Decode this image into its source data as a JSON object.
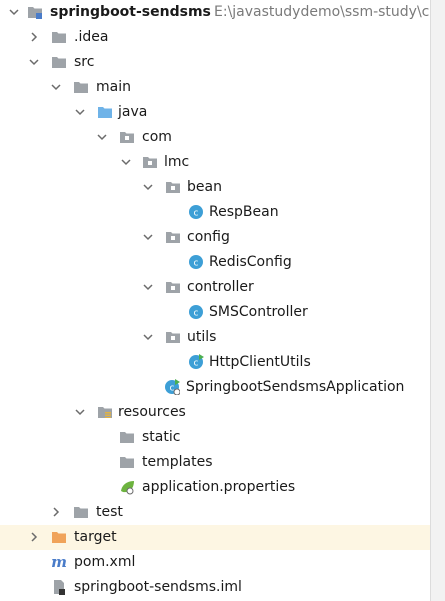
{
  "tree": [
    {
      "label": "springboot-sendsms",
      "detail": "E:\\javastudydemo\\ssm-study\\c",
      "icon": "module-folder-icon",
      "arrow": "expanded",
      "bold": true
    },
    {
      "label": ".idea",
      "icon": "folder-icon",
      "arrow": "collapsed"
    },
    {
      "label": "src",
      "icon": "folder-icon",
      "arrow": "expanded"
    },
    {
      "label": "main",
      "icon": "folder-icon",
      "arrow": "expanded"
    },
    {
      "label": "java",
      "icon": "source-root-folder-icon",
      "arrow": "expanded"
    },
    {
      "label": "com",
      "icon": "package-icon",
      "arrow": "expanded"
    },
    {
      "label": "lmc",
      "icon": "package-icon",
      "arrow": "expanded"
    },
    {
      "label": "bean",
      "icon": "package-icon",
      "arrow": "expanded"
    },
    {
      "label": "RespBean",
      "icon": "java-class-icon",
      "arrow": "none"
    },
    {
      "label": "config",
      "icon": "package-icon",
      "arrow": "expanded"
    },
    {
      "label": "RedisConfig",
      "icon": "java-class-icon",
      "arrow": "none"
    },
    {
      "label": "controller",
      "icon": "package-icon",
      "arrow": "expanded"
    },
    {
      "label": "SMSController",
      "icon": "java-class-icon",
      "arrow": "none"
    },
    {
      "label": "utils",
      "icon": "package-icon",
      "arrow": "expanded"
    },
    {
      "label": "HttpClientUtils",
      "icon": "java-class-runnable-icon",
      "arrow": "none"
    },
    {
      "label": "SpringbootSendsmsApplication",
      "icon": "spring-boot-app-icon",
      "arrow": "none"
    },
    {
      "label": "resources",
      "icon": "resources-folder-icon",
      "arrow": "expanded"
    },
    {
      "label": "static",
      "icon": "folder-icon",
      "arrow": "none"
    },
    {
      "label": "templates",
      "icon": "folder-icon",
      "arrow": "none"
    },
    {
      "label": "application.properties",
      "icon": "spring-properties-icon",
      "arrow": "none"
    },
    {
      "label": "test",
      "icon": "folder-icon",
      "arrow": "collapsed"
    },
    {
      "label": "target",
      "icon": "excluded-folder-icon",
      "arrow": "collapsed"
    },
    {
      "label": "pom.xml",
      "icon": "maven-icon",
      "arrow": "none"
    },
    {
      "label": "springboot-sendsms.iml",
      "icon": "iml-file-icon",
      "arrow": "none"
    }
  ],
  "colors": {
    "folder": "#9ea3a8",
    "source_root": "#6fb3e8",
    "excluded": "#f0a35a",
    "java_class": "#3d9fd6",
    "spring": "#6db33f",
    "maven": "#4a7cc9",
    "highlight_row": "#fdf6e3"
  }
}
